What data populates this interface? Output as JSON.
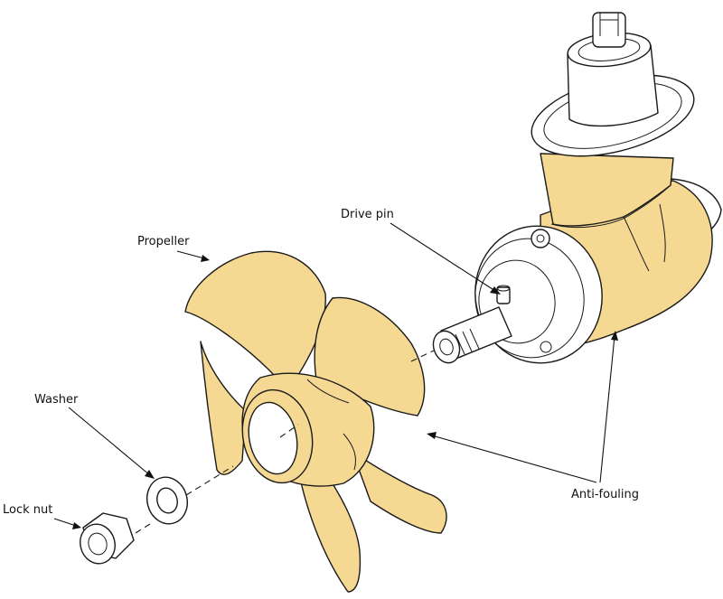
{
  "labels": {
    "propeller": "Propeller",
    "drive_pin": "Drive pin",
    "washer": "Washer",
    "lock_nut": "Lock nut",
    "anti_fouling": "Anti-fouling"
  },
  "colors": {
    "anti_fouling_coating": "#F5D892",
    "metal": "#FFFFFF",
    "line": "#1A1A1A"
  }
}
